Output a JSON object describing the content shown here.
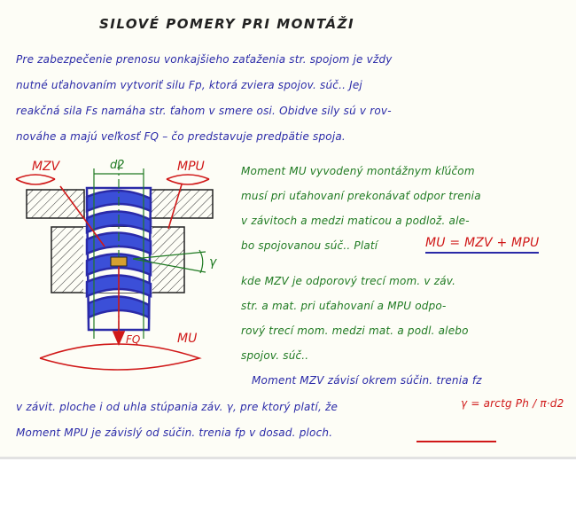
{
  "title": "SILOVÉ POMERY PRI MONTÁŽI",
  "intro": [
    "Pre zabezpečenie prenosu vonkajšieho zaťaženia str. spojom je vždy",
    "nutné uťahovaním vytvoriť silu Fp, ktorá zviera spojov. súč.. Jej",
    "reakčná sila Fs namáha str. ťahom v smere osi. Obidve sily sú v rov-",
    "nováhe a majú veľkosť FQ – čo predstavuje predpätie spoja."
  ],
  "right_text": [
    "Moment MU vyvodený montážnym kľúčom",
    "musí pri uťahovaní prekonávať odpor trenia",
    "v závitoch a medzi maticou a podlož. ale-",
    "bo spojovanou súč.. Platí"
  ],
  "formula_main": "MU = MZV + MPU",
  "where_text": [
    "kde MZV je odporový trecí mom. v záv.",
    "str. a mat. pri uťahovaní a MPU odpo-",
    "rový trecí mom. medzi mat. a podl. alebo",
    "spojov. súč.."
  ],
  "moment_text": "Moment MZV závisí okrem súčin. trenia fz",
  "bottom_text_1": "v závit. ploche i od uhla stúpania záv. γ, pre ktorý platí, že",
  "formula_gamma": "γ = arctg Ph / π·d2",
  "bottom_text_2": "Moment MPU je závislý od súčin. trenia fp v dosad. ploch.",
  "figure_labels": {
    "mzv": "MZV",
    "mpu": "MPU",
    "d2": "d2",
    "gamma": "γ",
    "fq": "FQ",
    "mu": "MU"
  },
  "colors": {
    "ink_blue": "#2a2aa8",
    "ink_green": "#1f7a22",
    "ink_red": "#d01818",
    "ink_black": "#222222"
  }
}
